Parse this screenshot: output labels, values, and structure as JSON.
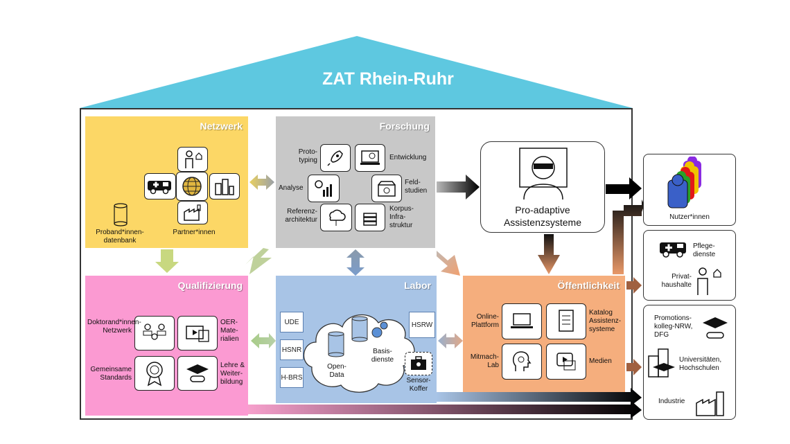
{
  "title": "ZAT Rhein-Ruhr",
  "netzwerk": {
    "title": "Netzwerk",
    "proband": "Proband*innen-datenbank",
    "partner": "Partner*innen"
  },
  "forschung": {
    "title": "Forschung",
    "prototyping": "Proto-typing",
    "entwicklung": "Entwicklung",
    "analyse": "Analyse",
    "feldstudien": "Feld-studien",
    "referenz": "Referenz-architektur",
    "korpus": "Korpus-Infra-struktur"
  },
  "assist": {
    "line1": "Pro-adaptive",
    "line2": "Assistenzsysteme"
  },
  "qualifizierung": {
    "title": "Qualifizierung",
    "doktorand": "Doktorand*innen-Netzwerk",
    "oer": "OER-Mate-rialien",
    "standards": "Gemeinsame Standards",
    "lehre": "Lehre & Weiter-bildung"
  },
  "labor": {
    "title": "Labor",
    "ude": "UDE",
    "hsnr": "HSNR",
    "hbrs": "H-BRS",
    "hsrw": "HSRW",
    "opendata": "Open-Data",
    "basis": "Basis-dienste",
    "sensor": "Sensor-Koffer"
  },
  "oeffentlichkeit": {
    "title": "Öffentlichkeit",
    "online": "Online-Plattform",
    "katalog": "Katalog Assistenz-systeme",
    "mitmach": "Mitmach-Lab",
    "medien": "Medien"
  },
  "right": {
    "nutzer": "Nutzer*innen",
    "pflege": "Pflege-dienste",
    "privat": "Privat-haushalte",
    "promo": "Promotions-kolleg-NRW, DFG",
    "uni": "Universitäten, Hochschulen",
    "industrie": "Industrie"
  },
  "colors": {
    "roof": "#5ec8e0",
    "netzwerk": "#fcd766",
    "forschung": "#c8c8c8",
    "qualifizierung": "#fb9ad2",
    "labor": "#a8c4e6",
    "oeffentlichkeit": "#f5ae7d"
  }
}
